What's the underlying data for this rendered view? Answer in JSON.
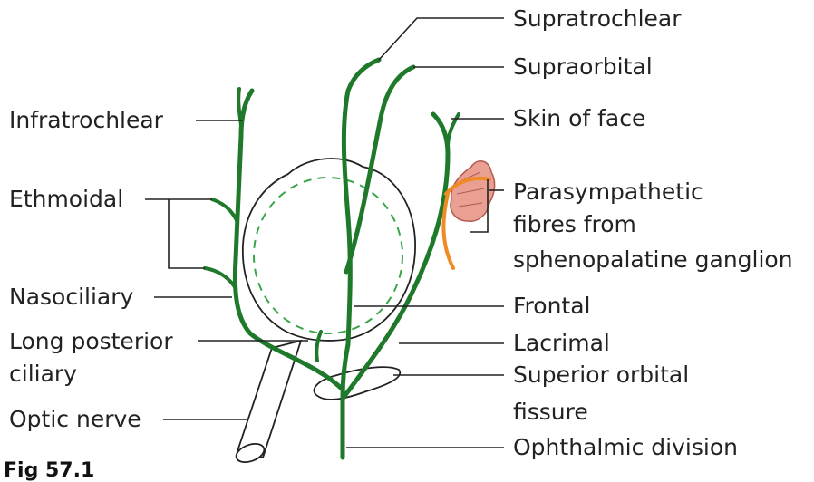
{
  "colors": {
    "nerve": "#1e7a2a",
    "nerve_dashed": "#3aa64a",
    "parasympathetic": "#f08a24",
    "ganglion_fill": "#e9a092",
    "ganglion_outline": "#b15a4e",
    "outline": "#222222"
  },
  "labels": {
    "supratrochlear": "Supratrochlear",
    "supraorbital": "Supraorbital",
    "infratrochlear": "Infratrochlear",
    "skin_of_face": "Skin of face",
    "ethmoidal": "Ethmoidal",
    "parasympathetic": [
      "Parasympathetic",
      "fibres from",
      "sphenopalatine ganglion"
    ],
    "nasociliary": "Nasociliary",
    "frontal": "Frontal",
    "long_posterior_ciliary": [
      "Long posterior",
      "ciliary"
    ],
    "lacrimal": "Lacrimal",
    "superior_orbital_fissure": [
      "Superior orbital",
      "fissure"
    ],
    "optic_nerve": "Optic nerve",
    "ophthalmic_division": "Ophthalmic division"
  },
  "figure_label": "Fig 57.1"
}
